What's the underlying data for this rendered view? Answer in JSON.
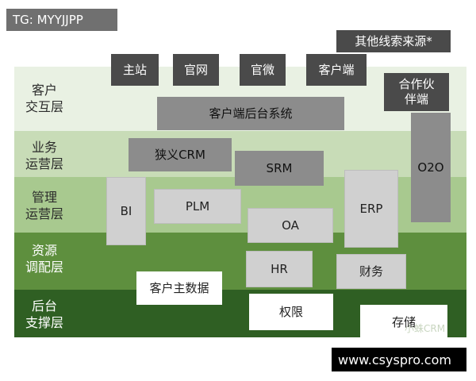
{
  "tag_label": "TG: MYYJJPP",
  "site_label": "www.csyspro.com",
  "stamp_text": "小蛛CRM",
  "colors": {
    "band_interaction": "#e9f1e3",
    "band_operation": "#c8dcb7",
    "band_management": "#a8c98f",
    "band_resource": "#5e8f3e",
    "band_backend": "#2f5f23",
    "box_dark": "#4a4a4a",
    "box_mid": "#8c8c8c",
    "box_light": "#d0d0d0"
  },
  "layers": {
    "interaction": "客户\n交互层",
    "operation": "业务\n运营层",
    "management": "管理\n运营层",
    "resource": "资源\n调配层",
    "backend": "后台\n支撑层"
  },
  "channels": {
    "main_site": "主站",
    "official_web": "官网",
    "official_wechat": "官微",
    "client_app": "客户端",
    "other_sources": "其他线索来源*",
    "partners": "合作伙\n伴端"
  },
  "systems": {
    "client_backend": "客户端后台系统",
    "crm": "狭义CRM",
    "srm": "SRM",
    "bi": "BI",
    "plm": "PLM",
    "oa": "OA",
    "erp": "ERP",
    "o2o": "O2O",
    "hr": "HR",
    "finance": "财务",
    "master_data": "客户主数据",
    "permissions": "权限",
    "storage": "存储"
  }
}
